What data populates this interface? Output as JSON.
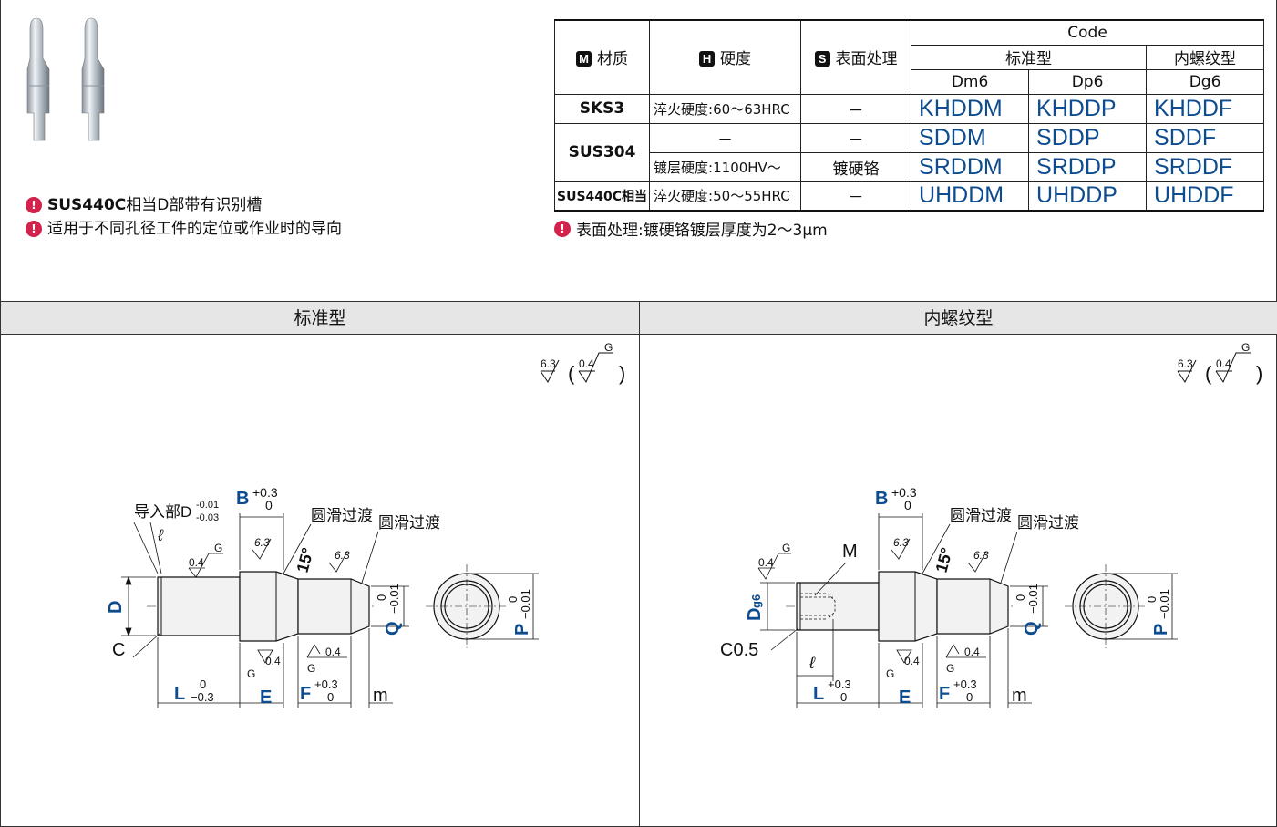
{
  "features": [
    {
      "bold": "SUS440C",
      "text": "相当D部带有识别槽"
    },
    {
      "bold": "",
      "text": "适用于不同孔径工件的定位或作业时的导向"
    }
  ],
  "table": {
    "headers": {
      "material": {
        "letter": "M",
        "label": "材质"
      },
      "hardness": {
        "letter": "H",
        "label": "硬度"
      },
      "surface": {
        "letter": "S",
        "label": "表面处理"
      },
      "code": "Code",
      "standard": "标准型",
      "internal": "内螺纹型",
      "dm6": "Dm6",
      "dp6": "Dp6",
      "dg6": "Dg6"
    },
    "rows": [
      {
        "material": "SKS3",
        "hardness": "淬火硬度:60～63HRC",
        "surface": "－",
        "c1": "KHDDM",
        "c2": "KHDDP",
        "c3": "KHDDF"
      },
      {
        "material": "SUS304",
        "hardness": "－",
        "surface": "－",
        "c1": "SDDM",
        "c2": "SDDP",
        "c3": "SDDF"
      },
      {
        "material": "",
        "hardness": "镀层硬度:1100HV～",
        "surface": "镀硬铬",
        "c1": "SRDDM",
        "c2": "SRDDP",
        "c3": "SRDDF"
      },
      {
        "material": "SUS440C相当",
        "hardness": "淬火硬度:50～55HRC",
        "surface": "－",
        "c1": "UHDDM",
        "c2": "UHDDP",
        "c3": "UHDDF"
      }
    ]
  },
  "table_note": "表面处理:镀硬铬镀层厚度为2～3μm",
  "panels": {
    "left_title": "标准型",
    "right_title": "内螺纹型"
  },
  "drawing": {
    "rough_outer": "6.3",
    "rough_inner": "0.4",
    "rough_g": "G",
    "lead_label": "导入部D",
    "lead_tol_upper": "-0.01",
    "lead_tol_lower": "-0.03",
    "ell": "ℓ",
    "B": "B",
    "B_tol_upper": "+0.3",
    "B_tol_lower": "0",
    "smooth1": "圆滑过渡",
    "smooth2": "圆滑过渡",
    "angle": "15°",
    "D": "D",
    "Dg6": "D",
    "g6": "g6",
    "C": "C",
    "C05": "C0.5",
    "M": "M",
    "L": "L",
    "L_tol_upper_std": "0",
    "L_tol_lower_std": "−0.3",
    "L_tol_upper_thr": "+0.3",
    "L_tol_lower_thr": "0",
    "E": "E",
    "F": "F",
    "F_tol_upper": "+0.3",
    "F_tol_lower": "0",
    "m": "m",
    "Q": "Q",
    "Q_tol_upper": "0",
    "Q_tol_lower": "−0.01",
    "P": "P",
    "P_tol_upper": "0",
    "P_tol_lower": "−0.01"
  },
  "colors": {
    "accent": "#0d4c8f",
    "warning": "#d2234d",
    "header_bg": "#e6e6e6"
  }
}
